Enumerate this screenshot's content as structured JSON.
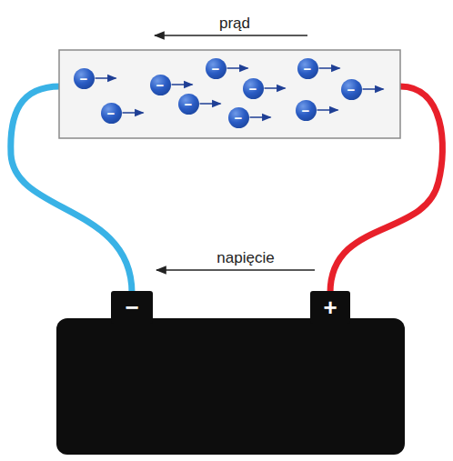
{
  "diagram": {
    "nodes": [
      {
        "text": [
          "−"
        ]
      },
      {
        "text": [
          "−"
        ]
      },
      {
        "text": [
          "−"
        ]
      },
      {
        "text": [
          "−"
        ]
      },
      {
        "text": [
          "−"
        ]
      },
      {
        "text": [
          "−"
        ]
      },
      {
        "text": [
          "−"
        ]
      },
      {
        "text": [
          "−"
        ]
      },
      {
        "text": [
          "−"
        ]
      },
      {
        "text": [
          "−"
        ]
      },
      {
        "text": [
          "−"
        ]
      },
      {
        "text": [
          "+"
        ]
      }
    ],
    "labels": [
      "prąd",
      "napięcie"
    ]
  }
}
